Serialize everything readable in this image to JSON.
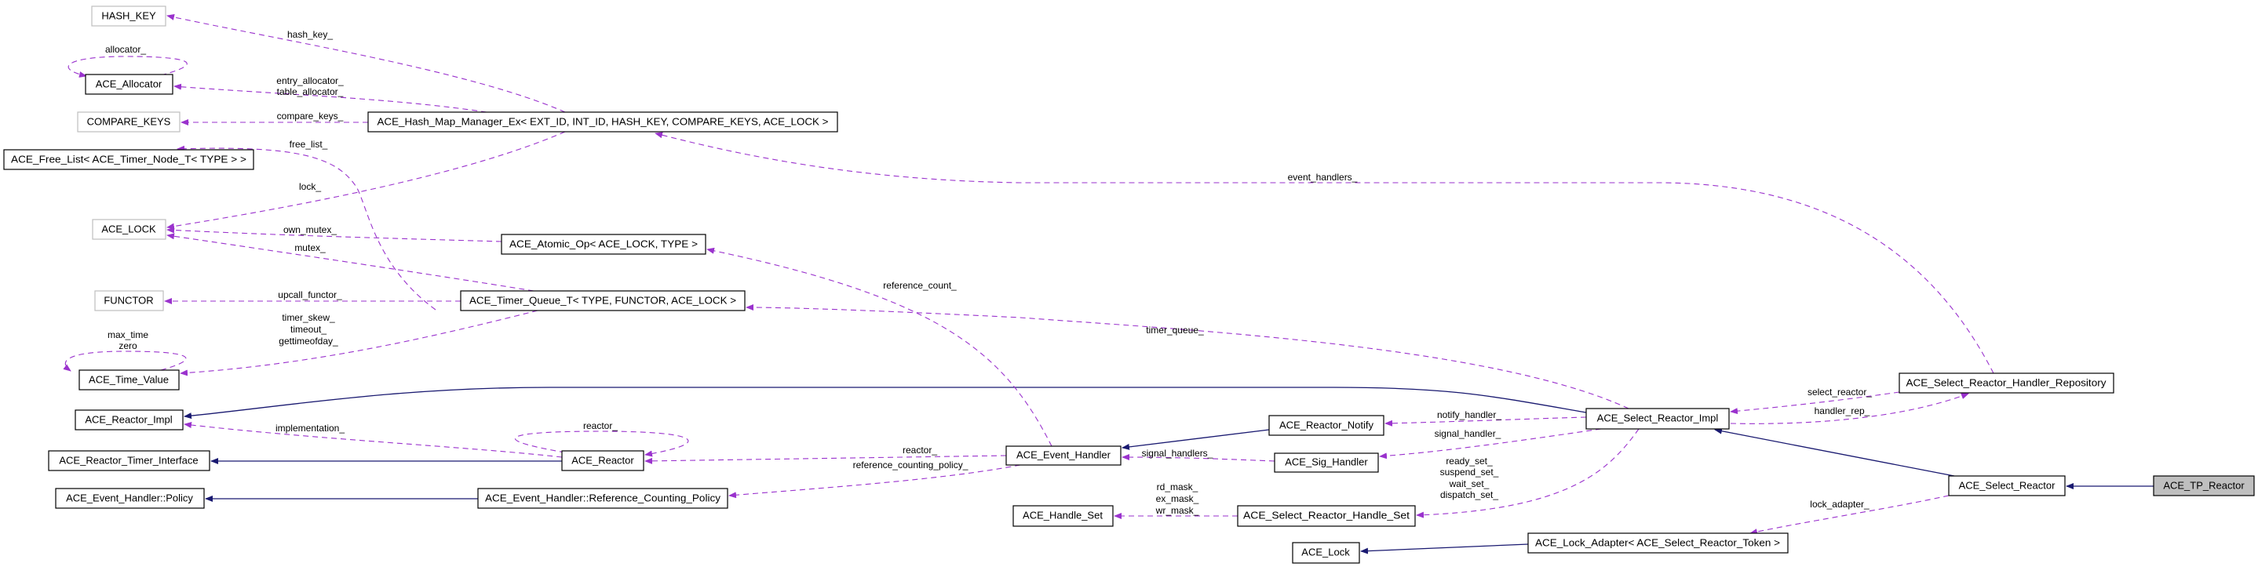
{
  "colors": {
    "usage_edge": "#9a32cd",
    "inheritance_edge": "#191970",
    "focus_node": "#bfbfbf",
    "template_param_border": "#bfbfbf"
  },
  "nodes": {
    "hash_key": "HASH_KEY",
    "allocator": "ACE_Allocator",
    "compare_keys": "COMPARE_KEYS",
    "free_list": "ACE_Free_List< ACE_Timer_Node_T< TYPE > >",
    "hash_map": "ACE_Hash_Map_Manager_Ex< EXT_ID, INT_ID, HASH_KEY, COMPARE_KEYS, ACE_LOCK >",
    "ace_lock_param": "ACE_LOCK",
    "atomic_op": "ACE_Atomic_Op< ACE_LOCK, TYPE >",
    "functor": "FUNCTOR",
    "timer_queue": "ACE_Timer_Queue_T< TYPE, FUNCTOR, ACE_LOCK >",
    "time_value": "ACE_Time_Value",
    "reactor_impl": "ACE_Reactor_Impl",
    "reactor_timer_interface": "ACE_Reactor_Timer_Interface",
    "reactor": "ACE_Reactor",
    "eh_policy": "ACE_Event_Handler::Policy",
    "ref_counting_policy": "ACE_Event_Handler::Reference_Counting_Policy",
    "event_handler": "ACE_Event_Handler",
    "reactor_notify": "ACE_Reactor_Notify",
    "sig_handler": "ACE_Sig_Handler",
    "handle_set": "ACE_Handle_Set",
    "sr_handle_set": "ACE_Select_Reactor_Handle_Set",
    "ace_lock": "ACE_Lock",
    "lock_adapter": "ACE_Lock_Adapter< ACE_Select_Reactor_Token >",
    "select_reactor_impl": "ACE_Select_Reactor_Impl",
    "handler_repository": "ACE_Select_Reactor_Handler_Repository",
    "select_reactor": "ACE_Select_Reactor",
    "tp_reactor": "ACE_TP_Reactor"
  },
  "edge_labels": {
    "hash_key": "hash_key_",
    "allocator_self": "allocator_",
    "entry_allocator": "entry_allocator_",
    "table_allocator": "table_allocator_",
    "compare_keys": "compare_keys_",
    "free_list": "free_list_",
    "lock": "lock_",
    "own_mutex": "own_mutex_",
    "mutex": "mutex_",
    "upcall_functor": "upcall_functor_",
    "timer_skew": "timer_skew_",
    "timeout": "timeout_",
    "gettimeofday": "gettimeofday_",
    "max_time": "max_time",
    "zero": "zero",
    "implementation": "implementation_",
    "reactor_self": "reactor_",
    "reactor": "reactor_",
    "reference_counting_policy": "reference_counting_policy_",
    "reference_count": "reference_count_",
    "timer_queue": "timer_queue_",
    "event_handlers": "event_handlers_",
    "signal_handlers": "signal_handlers_",
    "notify_handler": "notify_handler_",
    "signal_handler": "signal_handler_",
    "ready_set": "ready_set_",
    "suspend_set": "suspend_set_",
    "wait_set": "wait_set_",
    "dispatch_set": "dispatch_set_",
    "rd_mask": "rd_mask_",
    "ex_mask": "ex_mask_",
    "wr_mask": "wr_mask_",
    "lock_adapter": "lock_adapter_",
    "select_reactor": "select_reactor_",
    "handler_rep": "handler_rep_"
  }
}
